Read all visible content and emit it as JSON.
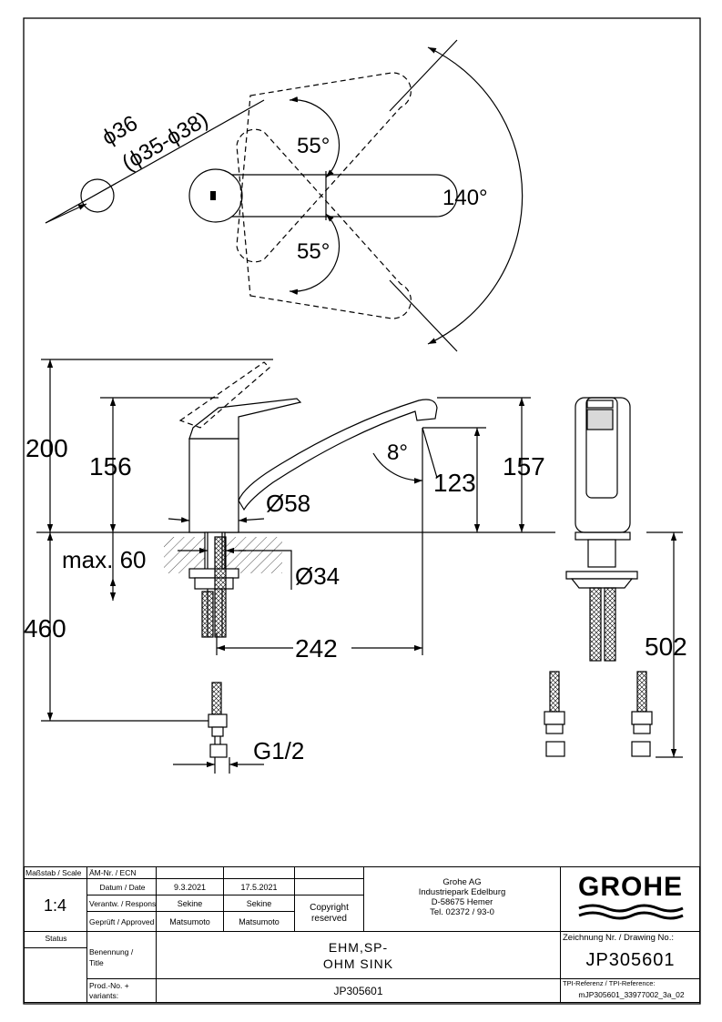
{
  "drawing": {
    "angle_spread": "140°",
    "angle_up": "55°",
    "angle_down": "55°",
    "dia_handle": "ϕ36",
    "dia_handle_range": "(ϕ35-ϕ38)",
    "height_total": "200",
    "height_body": "156",
    "spout_angle": "8°",
    "spout_height": "123",
    "spout_top": "157",
    "dia_body": "Ø58",
    "dia_hole": "Ø34",
    "deck_max": "max. 60",
    "hose_length": "460",
    "reach": "242",
    "thread": "G1/2",
    "hose_side": "502"
  },
  "title_block": {
    "scale_label": "Maßstab / Scale",
    "scale_value": "1:4",
    "ecn_label": "ÄM-Nr. / ECN",
    "date_label": "Datum / Date",
    "date_1": "9.3.2021",
    "date_2": "17.5.2021",
    "responsible_label": "Verantw. / Respons",
    "responsible_1": "Sekine",
    "responsible_2": "Sekine",
    "approved_label": "Geprüft / Approved",
    "approved_1": "Matsumoto",
    "approved_2": "Matsumoto",
    "copyright_line1": "Copyright",
    "copyright_line2": "reserved",
    "company_line1": "Grohe AG",
    "company_line2": "Industriepark Edelburg",
    "company_line3": "D-58675 Hemer",
    "company_line4": "Tel. 02372 / 93-0",
    "logo_text": "GROHE",
    "status_label": "Status",
    "title_label": "Benennung /\nTitle",
    "title_line1": "EHM,SP-",
    "title_line2": "OHM SINK",
    "drawing_no_label": "Zeichnung Nr. / Drawing No.:",
    "drawing_no": "JP305601",
    "prod_label": "Prod.-No. +\nvariants:",
    "prod_no": "JP305601",
    "tpi_label": "TPI-Referenz / TPI-Reference:",
    "tpi_value": "mJP305601_33977002_3a_02"
  },
  "colors": {
    "line": "#000000",
    "background": "#ffffff"
  }
}
